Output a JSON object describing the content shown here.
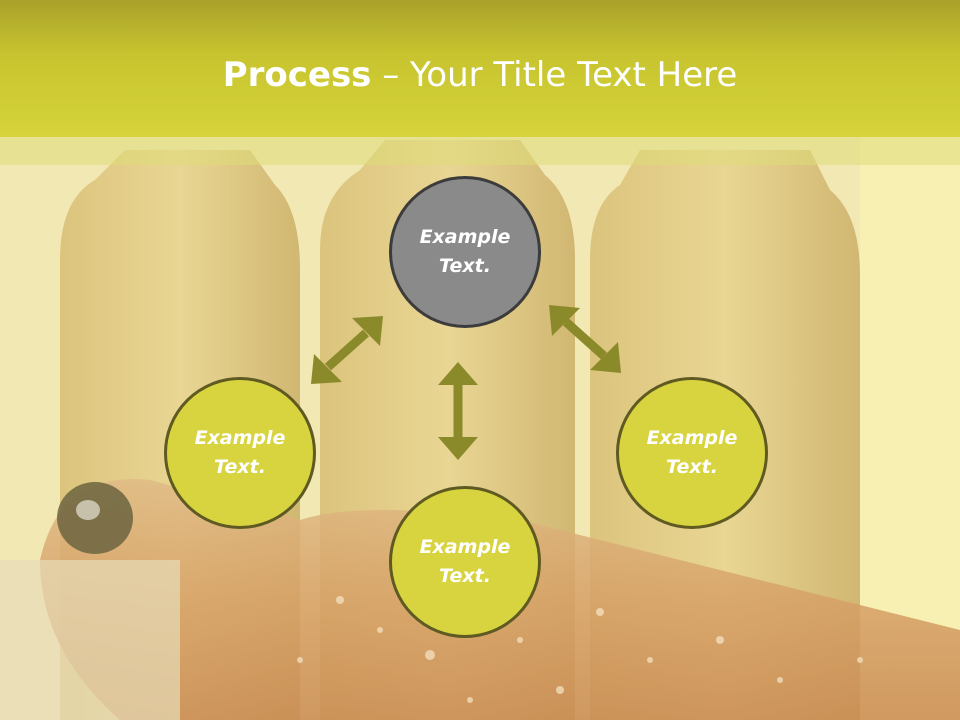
{
  "slide": {
    "title_bold": "Process",
    "title_rest": " – Your Title Text Here"
  },
  "diagram": {
    "nodes": [
      {
        "id": "top",
        "label": "Example Text."
      },
      {
        "id": "left",
        "label": "Example Text."
      },
      {
        "id": "right",
        "label": "Example Text."
      },
      {
        "id": "bottom",
        "label": "Example Text."
      }
    ],
    "arrows": [
      {
        "from": "top",
        "to": "left",
        "style": "double-headed"
      },
      {
        "from": "top",
        "to": "right",
        "style": "double-headed"
      },
      {
        "from": "top",
        "to": "bottom",
        "style": "double-headed"
      }
    ]
  },
  "colors": {
    "title_band": "#c7c42f",
    "node_fill": "#d8d43f",
    "node_top_fill": "#8a8a8a",
    "arrow": "#8a8a2a",
    "text": "#ffffff"
  },
  "background": {
    "icon": "beer-bottles-photo"
  }
}
